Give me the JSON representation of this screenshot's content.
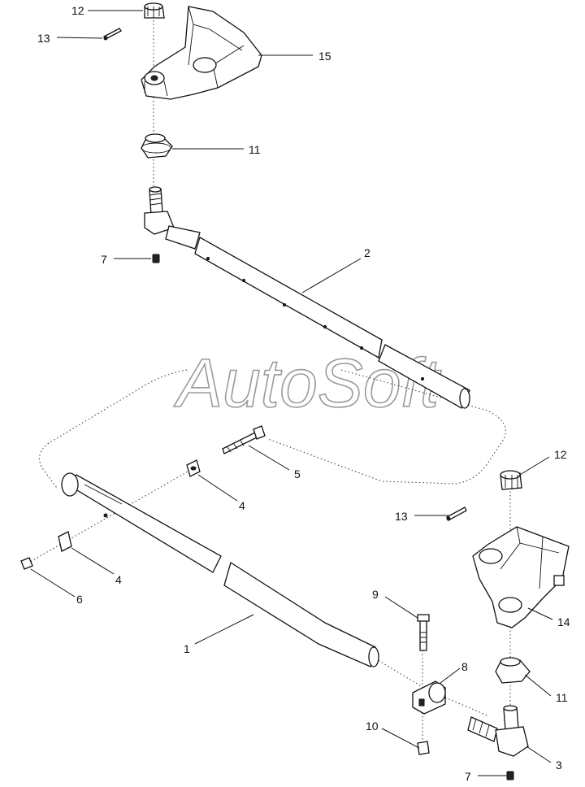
{
  "watermark": "AutoSoft",
  "callouts": {
    "c12_top": "12",
    "c13_top": "13",
    "c15": "15",
    "c11_top": "11",
    "c7_top": "7",
    "c2": "2",
    "c5": "5",
    "c4_upper": "4",
    "c4_lower": "4",
    "c6": "6",
    "c1": "1",
    "c12_right": "12",
    "c13_right": "13",
    "c14": "14",
    "c9": "9",
    "c8": "8",
    "c11_right": "11",
    "c10": "10",
    "c3": "3",
    "c7_bottom": "7"
  }
}
